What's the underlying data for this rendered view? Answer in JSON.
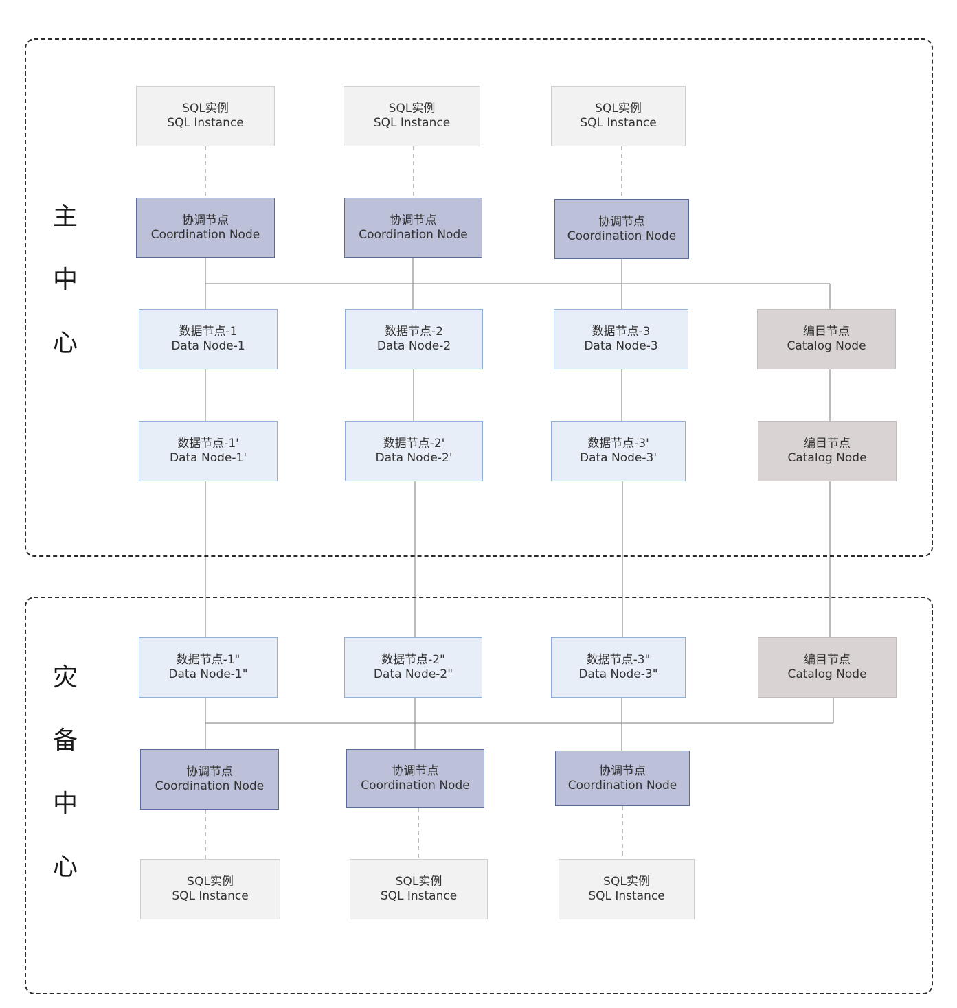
{
  "regions": {
    "primary_label": [
      "主",
      "中",
      "心"
    ],
    "standby_label": [
      "灾",
      "备",
      "中",
      "心"
    ]
  },
  "labels": {
    "sql_cn": "SQL实例",
    "sql_en": "SQL Instance",
    "coord_cn": "协调节点",
    "coord_en": "Coordination Node",
    "catalog_cn": "编目节点",
    "catalog_en": "Catalog Node"
  },
  "data_nodes": {
    "primary": [
      {
        "cn": "数据节点-1",
        "en": "Data Node-1"
      },
      {
        "cn": "数据节点-2",
        "en": "Data Node-2"
      },
      {
        "cn": "数据节点-3",
        "en": "Data Node-3"
      }
    ],
    "primary_replica": [
      {
        "cn": "数据节点-1'",
        "en": "Data Node-1'"
      },
      {
        "cn": "数据节点-2'",
        "en": "Data Node-2'"
      },
      {
        "cn": "数据节点-3'",
        "en": "Data Node-3'"
      }
    ],
    "standby": [
      {
        "cn": "数据节点-1\"",
        "en": "Data Node-1\""
      },
      {
        "cn": "数据节点-2\"",
        "en": "Data Node-2\""
      },
      {
        "cn": "数据节点-3\"",
        "en": "Data Node-3\""
      }
    ]
  },
  "colors": {
    "sql_fill": "#f2f2f2",
    "coordination_fill": "#bcc0d8",
    "data_fill": "#e8eef8",
    "catalog_fill": "#dad3d3",
    "connector": "#7a7a7a",
    "region_border": "#2b2b2b"
  }
}
